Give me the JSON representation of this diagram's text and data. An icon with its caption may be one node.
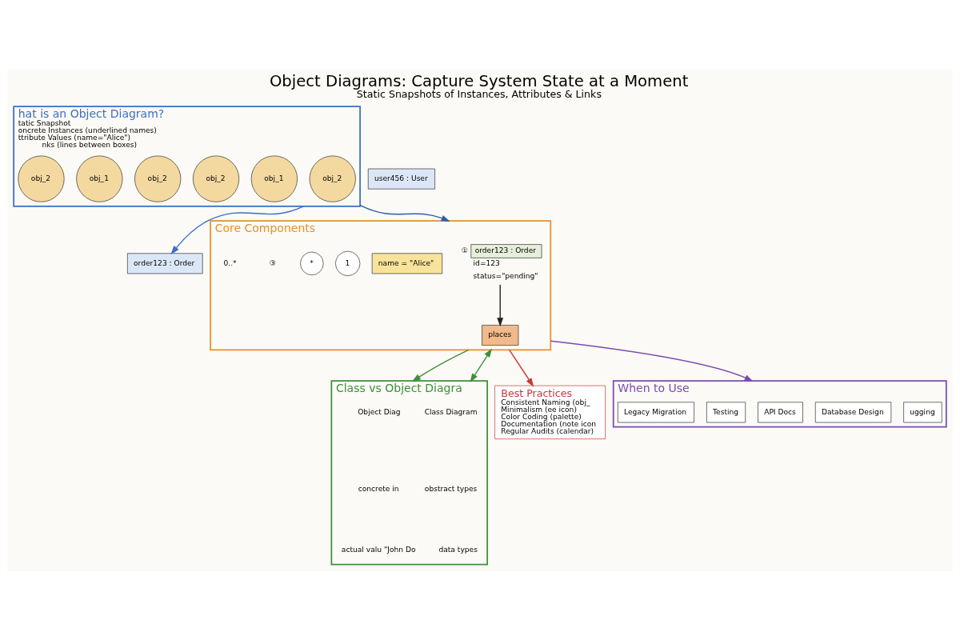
{
  "diagram": {
    "title": "Object Diagrams: Capture System State at a Moment",
    "caption": "Static Snapshots of Instances, Attributes & Links",
    "nodes": [
      {
        "text": [
          "hat is an Object Diagram?",
          "tatic Snapshot",
          "oncrete Instances (underlined names)",
          "ttribute Values (name=\"Alice\")",
          "nks (lines between boxes)"
        ]
      },
      {
        "text": [
          "obj_2"
        ],
        "in": 0
      },
      {
        "text": [
          "obj_1"
        ],
        "in": 0
      },
      {
        "text": [
          "obj_2"
        ],
        "in": 0
      },
      {
        "text": [
          "obj_2"
        ],
        "in": 0
      },
      {
        "text": [
          "obj_1"
        ],
        "in": 0
      },
      {
        "text": [
          "obj_2"
        ],
        "in": 0
      },
      {
        "text": [
          "order123 : Order"
        ]
      },
      {
        "text": [
          "user456 : User"
        ]
      },
      {
        "text": [
          "Core Components"
        ]
      },
      {
        "text": [
          "order123 : Order"
        ],
        "in": 9,
        "beside": [
          "①",
          "id=123",
          "status=\"pending\""
        ]
      },
      {
        "text": [
          "places"
        ],
        "in": 9
      },
      {
        "text": [
          "name = \"Alice\""
        ],
        "in": 9
      },
      {
        "text": [
          "1"
        ],
        "in": 9
      },
      {
        "text": [
          "*"
        ],
        "in": 9
      },
      {
        "text": [
          "Class vs Object Diagra"
        ]
      },
      {
        "text": [
          "Best Practices",
          "Consistent Naming (obj_",
          "Minimalism (ee icon)",
          "Color Coding (palette)",
          "Documentation (note icon",
          "Regular Audits (calendar)"
        ]
      },
      {
        "text": [
          "When to Use"
        ]
      },
      {
        "text": [
          "ugging"
        ],
        "in": 17
      },
      {
        "text": [
          "Database Design"
        ],
        "in": 17
      },
      {
        "text": [
          "API Docs"
        ],
        "in": 17
      },
      {
        "text": [
          "Testing"
        ],
        "in": 17
      },
      {
        "text": [
          "Legacy Migration"
        ],
        "in": 17
      }
    ],
    "edges": [
      {
        "from": 0,
        "to": 7,
        "arrow": "to",
        "color": "#3a6fc4"
      },
      {
        "from": 0,
        "to": 9,
        "arrow": "to",
        "color": "#2f5ea8"
      },
      {
        "from": 9,
        "to": 15,
        "arrow": "to",
        "color": "#3f8f3a"
      },
      {
        "from": 15,
        "to": 9,
        "arrow": "both",
        "color": "#3f8f3a"
      },
      {
        "from": 9,
        "to": 17,
        "arrow": "to",
        "color": "#7b4bb0"
      },
      {
        "from": 9,
        "to": 16,
        "arrow": "to",
        "color": "#c43a3a"
      },
      {
        "from": 10,
        "to": 11,
        "arrow": "to",
        "color": "#222222"
      }
    ],
    "labels": [
      "③",
      "0..*",
      "Class Diagram",
      "Object Diag",
      "obstract types",
      "concrete in",
      "data types",
      "actual valu “John Do"
    ]
  }
}
